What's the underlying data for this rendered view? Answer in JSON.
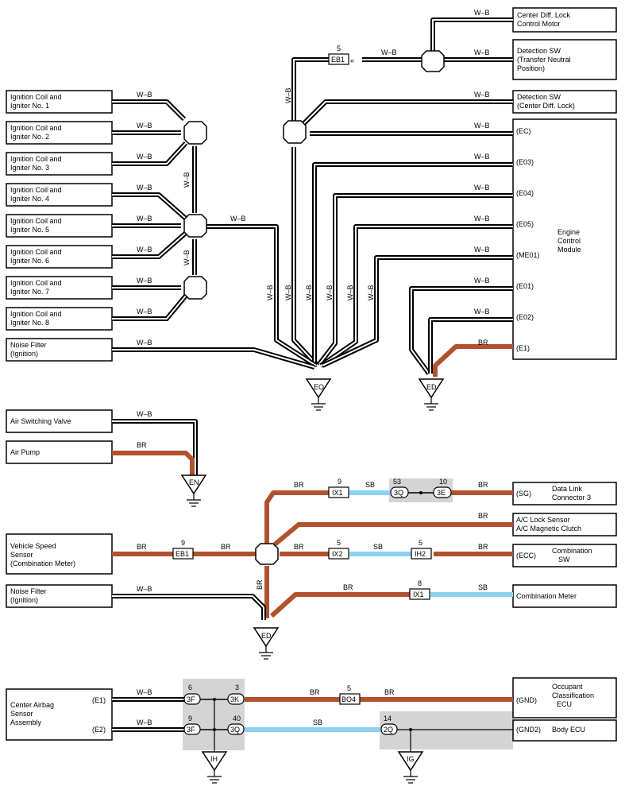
{
  "wire_colors": {
    "wb": "W–B",
    "br": "BR",
    "sb": "SB",
    "br_hex": "#b0522d",
    "sb_hex": "#8dd3f0"
  },
  "components": {
    "center_diff_motor": [
      "Center Diff.  Lock",
      "Control Motor"
    ],
    "detection_sw_transfer": [
      "Detection SW",
      "(Transfer Neutral",
      " Position)"
    ],
    "detection_sw_center": [
      "Detection SW",
      "(Center Diff.  Lock)"
    ],
    "ecm": [
      "Engine",
      "Control",
      "Module"
    ],
    "ecm_pins": [
      "(EC)",
      "(E03)",
      "(E04)",
      "(E05)",
      "(ME01)",
      "(E01)",
      "(E02)",
      "(E1)"
    ],
    "ign": [
      [
        "Ignition Coil and",
        "Igniter No. 1"
      ],
      [
        "Ignition Coil and",
        "Igniter No. 2"
      ],
      [
        "Ignition Coil and",
        "Igniter No. 3"
      ],
      [
        "Ignition Coil and",
        "Igniter No. 4"
      ],
      [
        "Ignition Coil and",
        "Igniter No. 5"
      ],
      [
        "Ignition Coil and",
        "Igniter No. 6"
      ],
      [
        "Ignition Coil and",
        "Igniter No. 7"
      ],
      [
        "Ignition Coil and",
        "Igniter No. 8"
      ]
    ],
    "noise_filter": [
      "Noise Filter",
      "(Ignition)"
    ],
    "air_switching_valve": "Air Switching Valve",
    "air_pump": "Air Pump",
    "data_link": [
      "Data Link",
      "Connector 3"
    ],
    "sg_pin": "(SG)",
    "ac_lock": [
      "A/C Lock Sensor",
      "A/C Magnetic Clutch"
    ],
    "combination_sw": [
      "Combination",
      "SW"
    ],
    "ecc_pin": "(ECC)",
    "vss": [
      "Vehicle Speed",
      "Sensor",
      "(Combination Meter)"
    ],
    "combination_meter": "Combination Meter",
    "airbag": [
      "Center Airbag",
      "Sensor",
      "Assembly"
    ],
    "airbag_pins": [
      "(E1)",
      "(E2)"
    ],
    "occupant": [
      "Occupant",
      "Classification",
      "ECU"
    ],
    "gnd_pin": "(GND)",
    "gnd2_pin": "(GND2)",
    "body_ecu": "Body ECU"
  },
  "connectors": {
    "eb1_top": {
      "pin": "5",
      "code": "EB1"
    },
    "ix1": {
      "pin": "9",
      "code": "IX1"
    },
    "q3": {
      "pin": "53",
      "code": "3Q"
    },
    "e3": {
      "pin": "10",
      "code": "3E"
    },
    "eb1_vss": {
      "pin": "9",
      "code": "EB1"
    },
    "ix2": {
      "pin": "5",
      "code": "IX2"
    },
    "ih2": {
      "pin": "5",
      "code": "IH2"
    },
    "ix1_b": {
      "pin": "8",
      "code": "IX1"
    },
    "f3a": {
      "pin": "6",
      "code": "3F"
    },
    "k3": {
      "pin": "3",
      "code": "3K"
    },
    "f3b": {
      "pin": "9",
      "code": "3F"
    },
    "q3b": {
      "pin": "40",
      "code": "3Q"
    },
    "bo4": {
      "pin": "5",
      "code": "BO4"
    },
    "q2": {
      "pin": "14",
      "code": "2Q"
    }
  },
  "grounds": [
    "EO",
    "ED",
    "EN",
    "ED",
    "IH",
    "IG"
  ]
}
